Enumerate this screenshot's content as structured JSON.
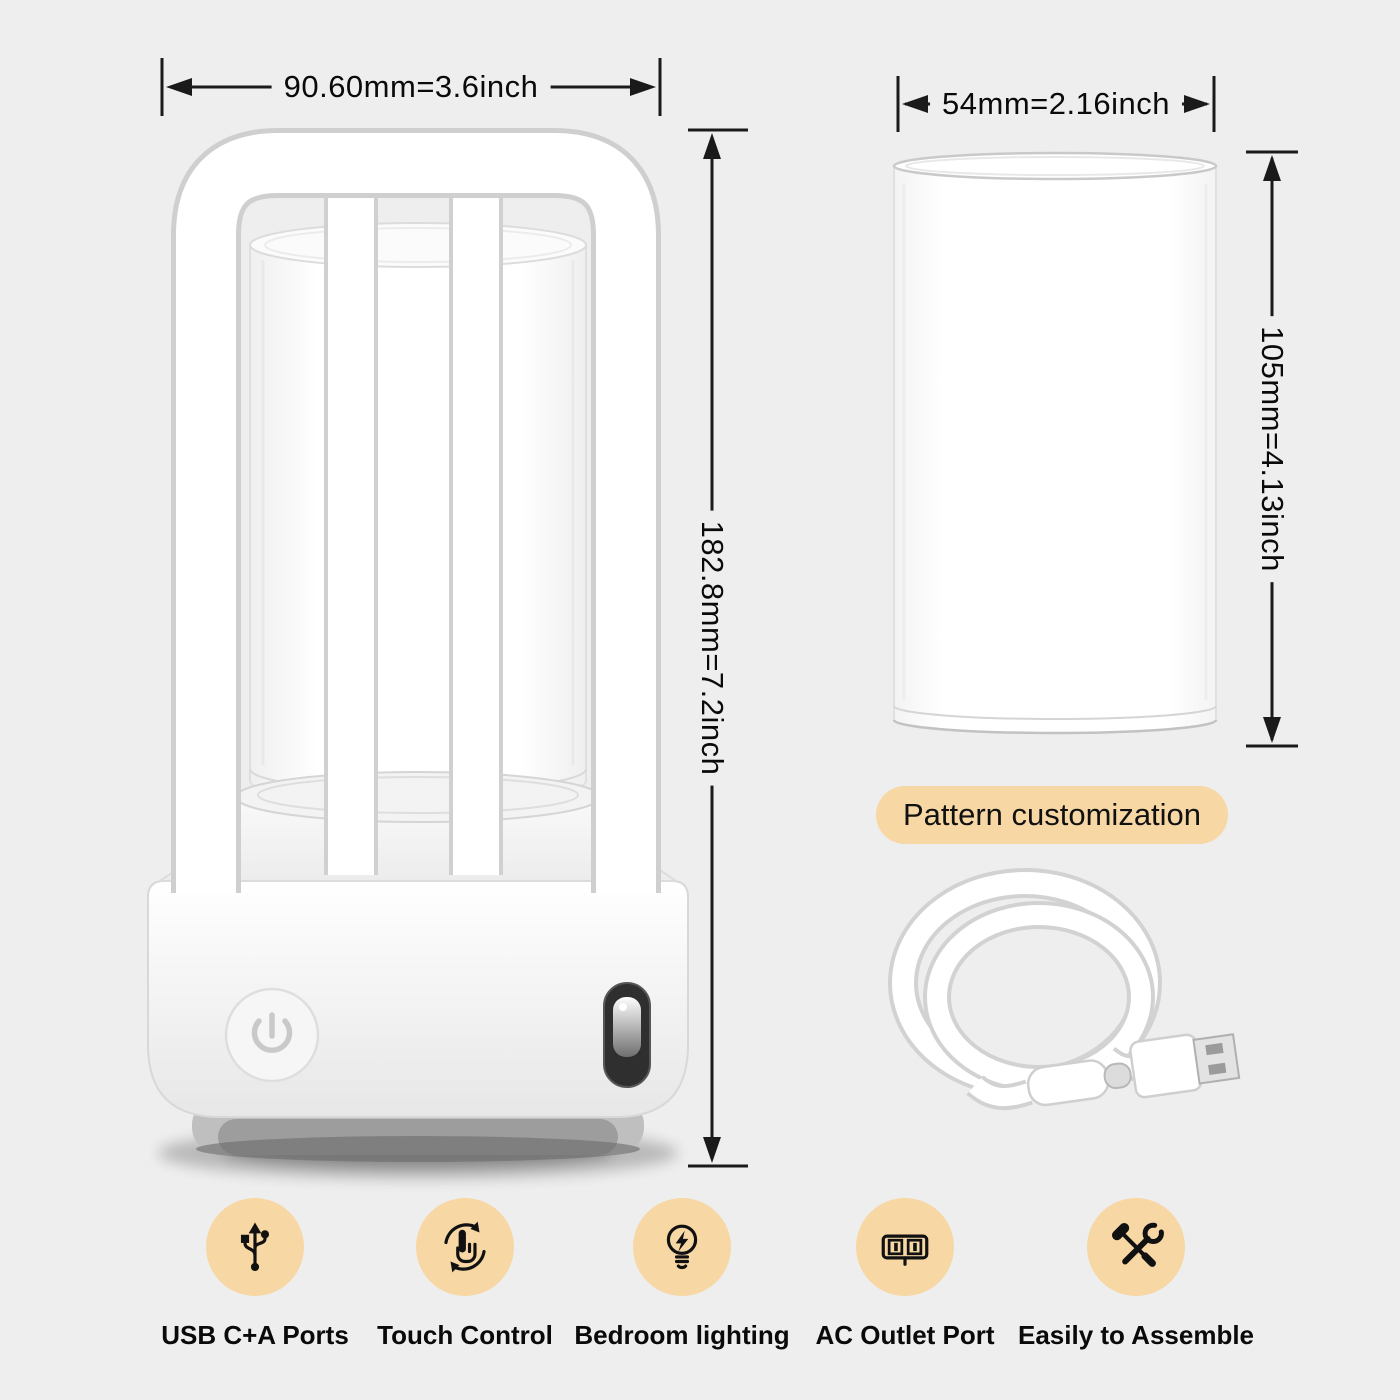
{
  "page": {
    "background": "#eeeeee",
    "accent_color": "#f7d7a4"
  },
  "lamp": {
    "width_dim": "90.60mm=3.6inch",
    "height_dim": "182.8mm=7.2inch"
  },
  "acrylic_cylinder": {
    "width_dim": "54mm=2.16inch",
    "height_dim": "105mm=4.13inch",
    "badge_label": "Pattern customization"
  },
  "features": [
    {
      "icon": "usb-ports-icon",
      "label": "USB C+A Ports"
    },
    {
      "icon": "touch-control-icon",
      "label": "Touch Control"
    },
    {
      "icon": "bedroom-lighting-icon",
      "label": "Bedroom lighting"
    },
    {
      "icon": "ac-outlet-icon",
      "label": "AC Outlet Port"
    },
    {
      "icon": "assemble-icon",
      "label": "Easily to Assemble"
    }
  ]
}
